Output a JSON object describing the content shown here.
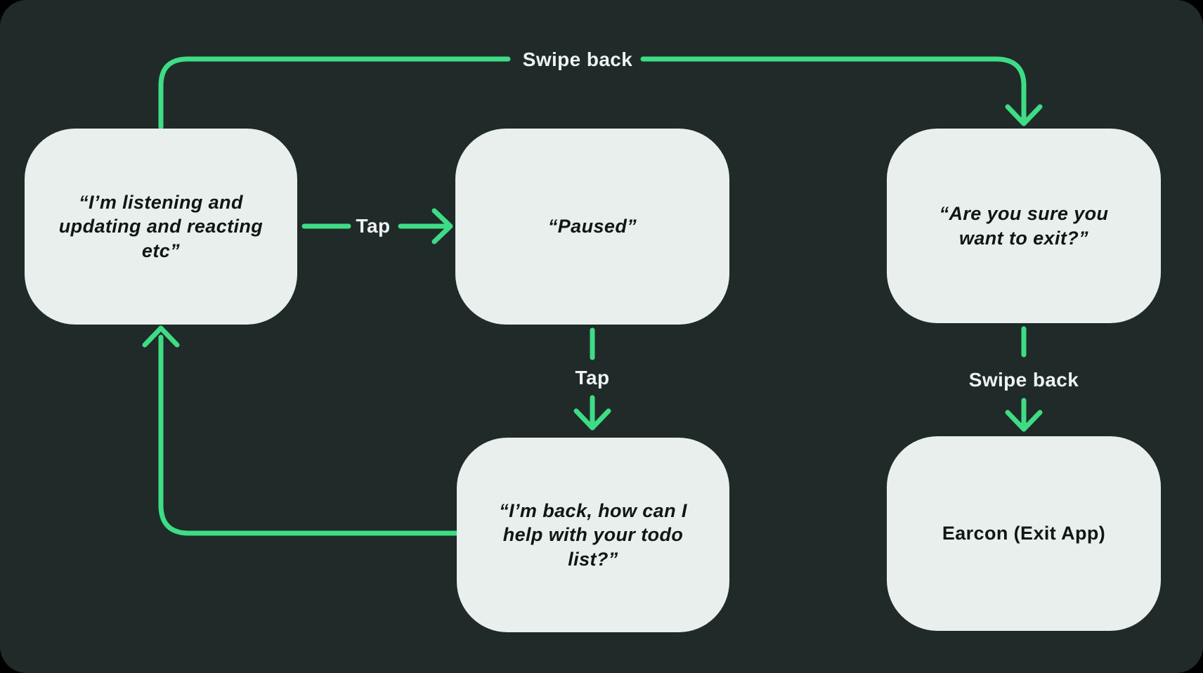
{
  "theme": {
    "outer_background": "#000000",
    "canvas_background": "#202a29",
    "node_fill": "#e8efec",
    "arrow_color": "#3edc85",
    "edge_label_color": "#eef2f1",
    "node_text_color": "#0f1614"
  },
  "nodes": {
    "listening": "“I’m listening and\nupdating and reacting\netc”",
    "paused": "“Paused”",
    "exit_confirm": "“Are you sure you\nwant to exit?”",
    "im_back": "“I’m back, how can I\nhelp with your todo\nlist?”",
    "earcon": "Earcon (Exit App)"
  },
  "edges": {
    "swipe_back_top": "Swipe back",
    "tap_horizontal": "Tap",
    "tap_vertical": "Tap",
    "swipe_back_right": "Swipe back"
  }
}
